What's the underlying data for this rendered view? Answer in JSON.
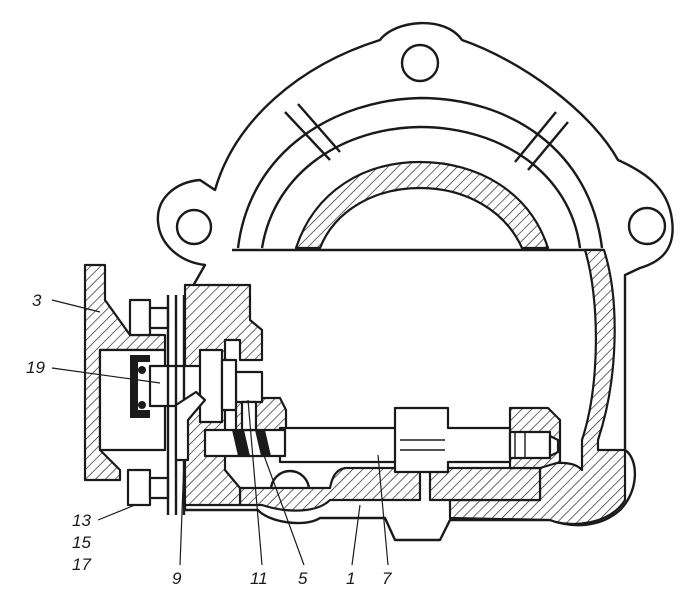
{
  "callouts": [
    {
      "id": "c3",
      "text": "3"
    },
    {
      "id": "c19",
      "text": "19"
    },
    {
      "id": "c13",
      "text": "13"
    },
    {
      "id": "c15",
      "text": "15"
    },
    {
      "id": "c17",
      "text": "17"
    },
    {
      "id": "c9",
      "text": "9"
    },
    {
      "id": "c11",
      "text": "11"
    },
    {
      "id": "c5",
      "text": "5"
    },
    {
      "id": "c1",
      "text": "1"
    },
    {
      "id": "c7",
      "text": "7"
    }
  ],
  "colors": {
    "ink": "#1a1a1a",
    "paper": "#ffffff"
  }
}
